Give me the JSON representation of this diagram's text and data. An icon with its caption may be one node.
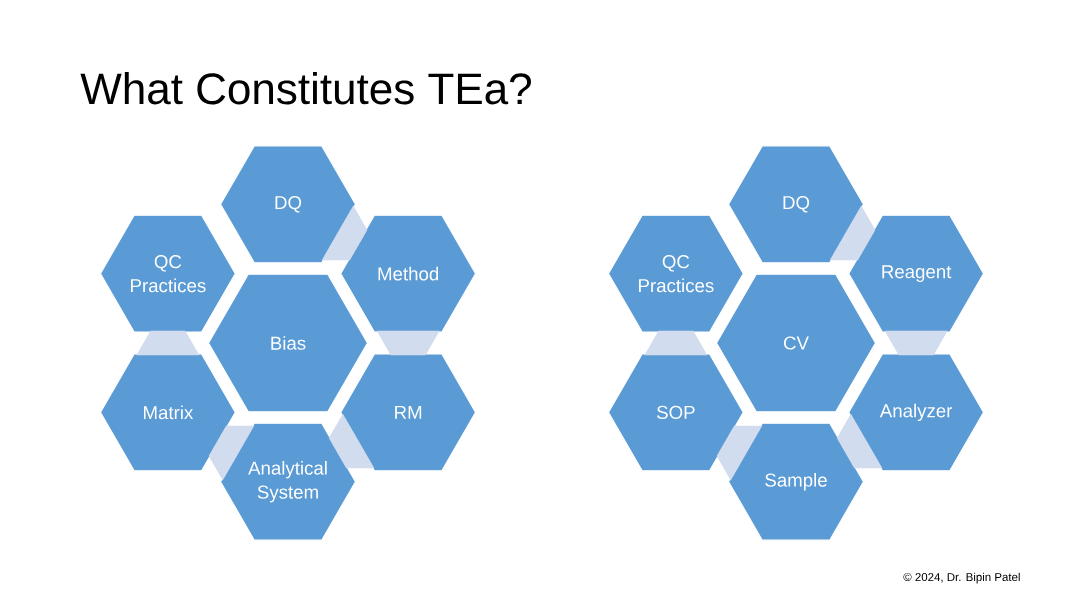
{
  "diagram": {
    "title": "What Constitutes TEa?",
    "nodes": [
      {
        "text": [
          "Bias"
        ]
      },
      {
        "text": [
          "DQ"
        ]
      },
      {
        "text": [
          "Method"
        ]
      },
      {
        "text": [
          "RM"
        ]
      },
      {
        "text": [
          "Analytical System"
        ]
      },
      {
        "text": [
          "Matrix"
        ]
      },
      {
        "text": [
          "QC Practices"
        ]
      },
      {
        "text": [
          "CV"
        ]
      },
      {
        "text": [
          "DQ"
        ]
      },
      {
        "text": [
          "Reagent"
        ]
      },
      {
        "text": [
          "Analyzer"
        ]
      },
      {
        "text": [
          "Sample"
        ]
      },
      {
        "text": [
          "SOP"
        ]
      },
      {
        "text": [
          "QC Practices"
        ]
      }
    ],
    "edges": [
      {
        "from": 1,
        "to": 2,
        "arrow": "none"
      },
      {
        "from": 2,
        "to": 3,
        "arrow": "none"
      },
      {
        "from": 3,
        "to": 4,
        "arrow": "none"
      },
      {
        "from": 4,
        "to": 5,
        "arrow": "none"
      },
      {
        "from": 5,
        "to": 6,
        "arrow": "none"
      },
      {
        "from": 8,
        "to": 9,
        "arrow": "none"
      },
      {
        "from": 9,
        "to": 10,
        "arrow": "none"
      },
      {
        "from": 10,
        "to": 11,
        "arrow": "none"
      },
      {
        "from": 11,
        "to": 12,
        "arrow": "none"
      },
      {
        "from": 12,
        "to": 13,
        "arrow": "none"
      }
    ],
    "labels": [
      "© 2024, Dr. Bipin Patel"
    ]
  }
}
